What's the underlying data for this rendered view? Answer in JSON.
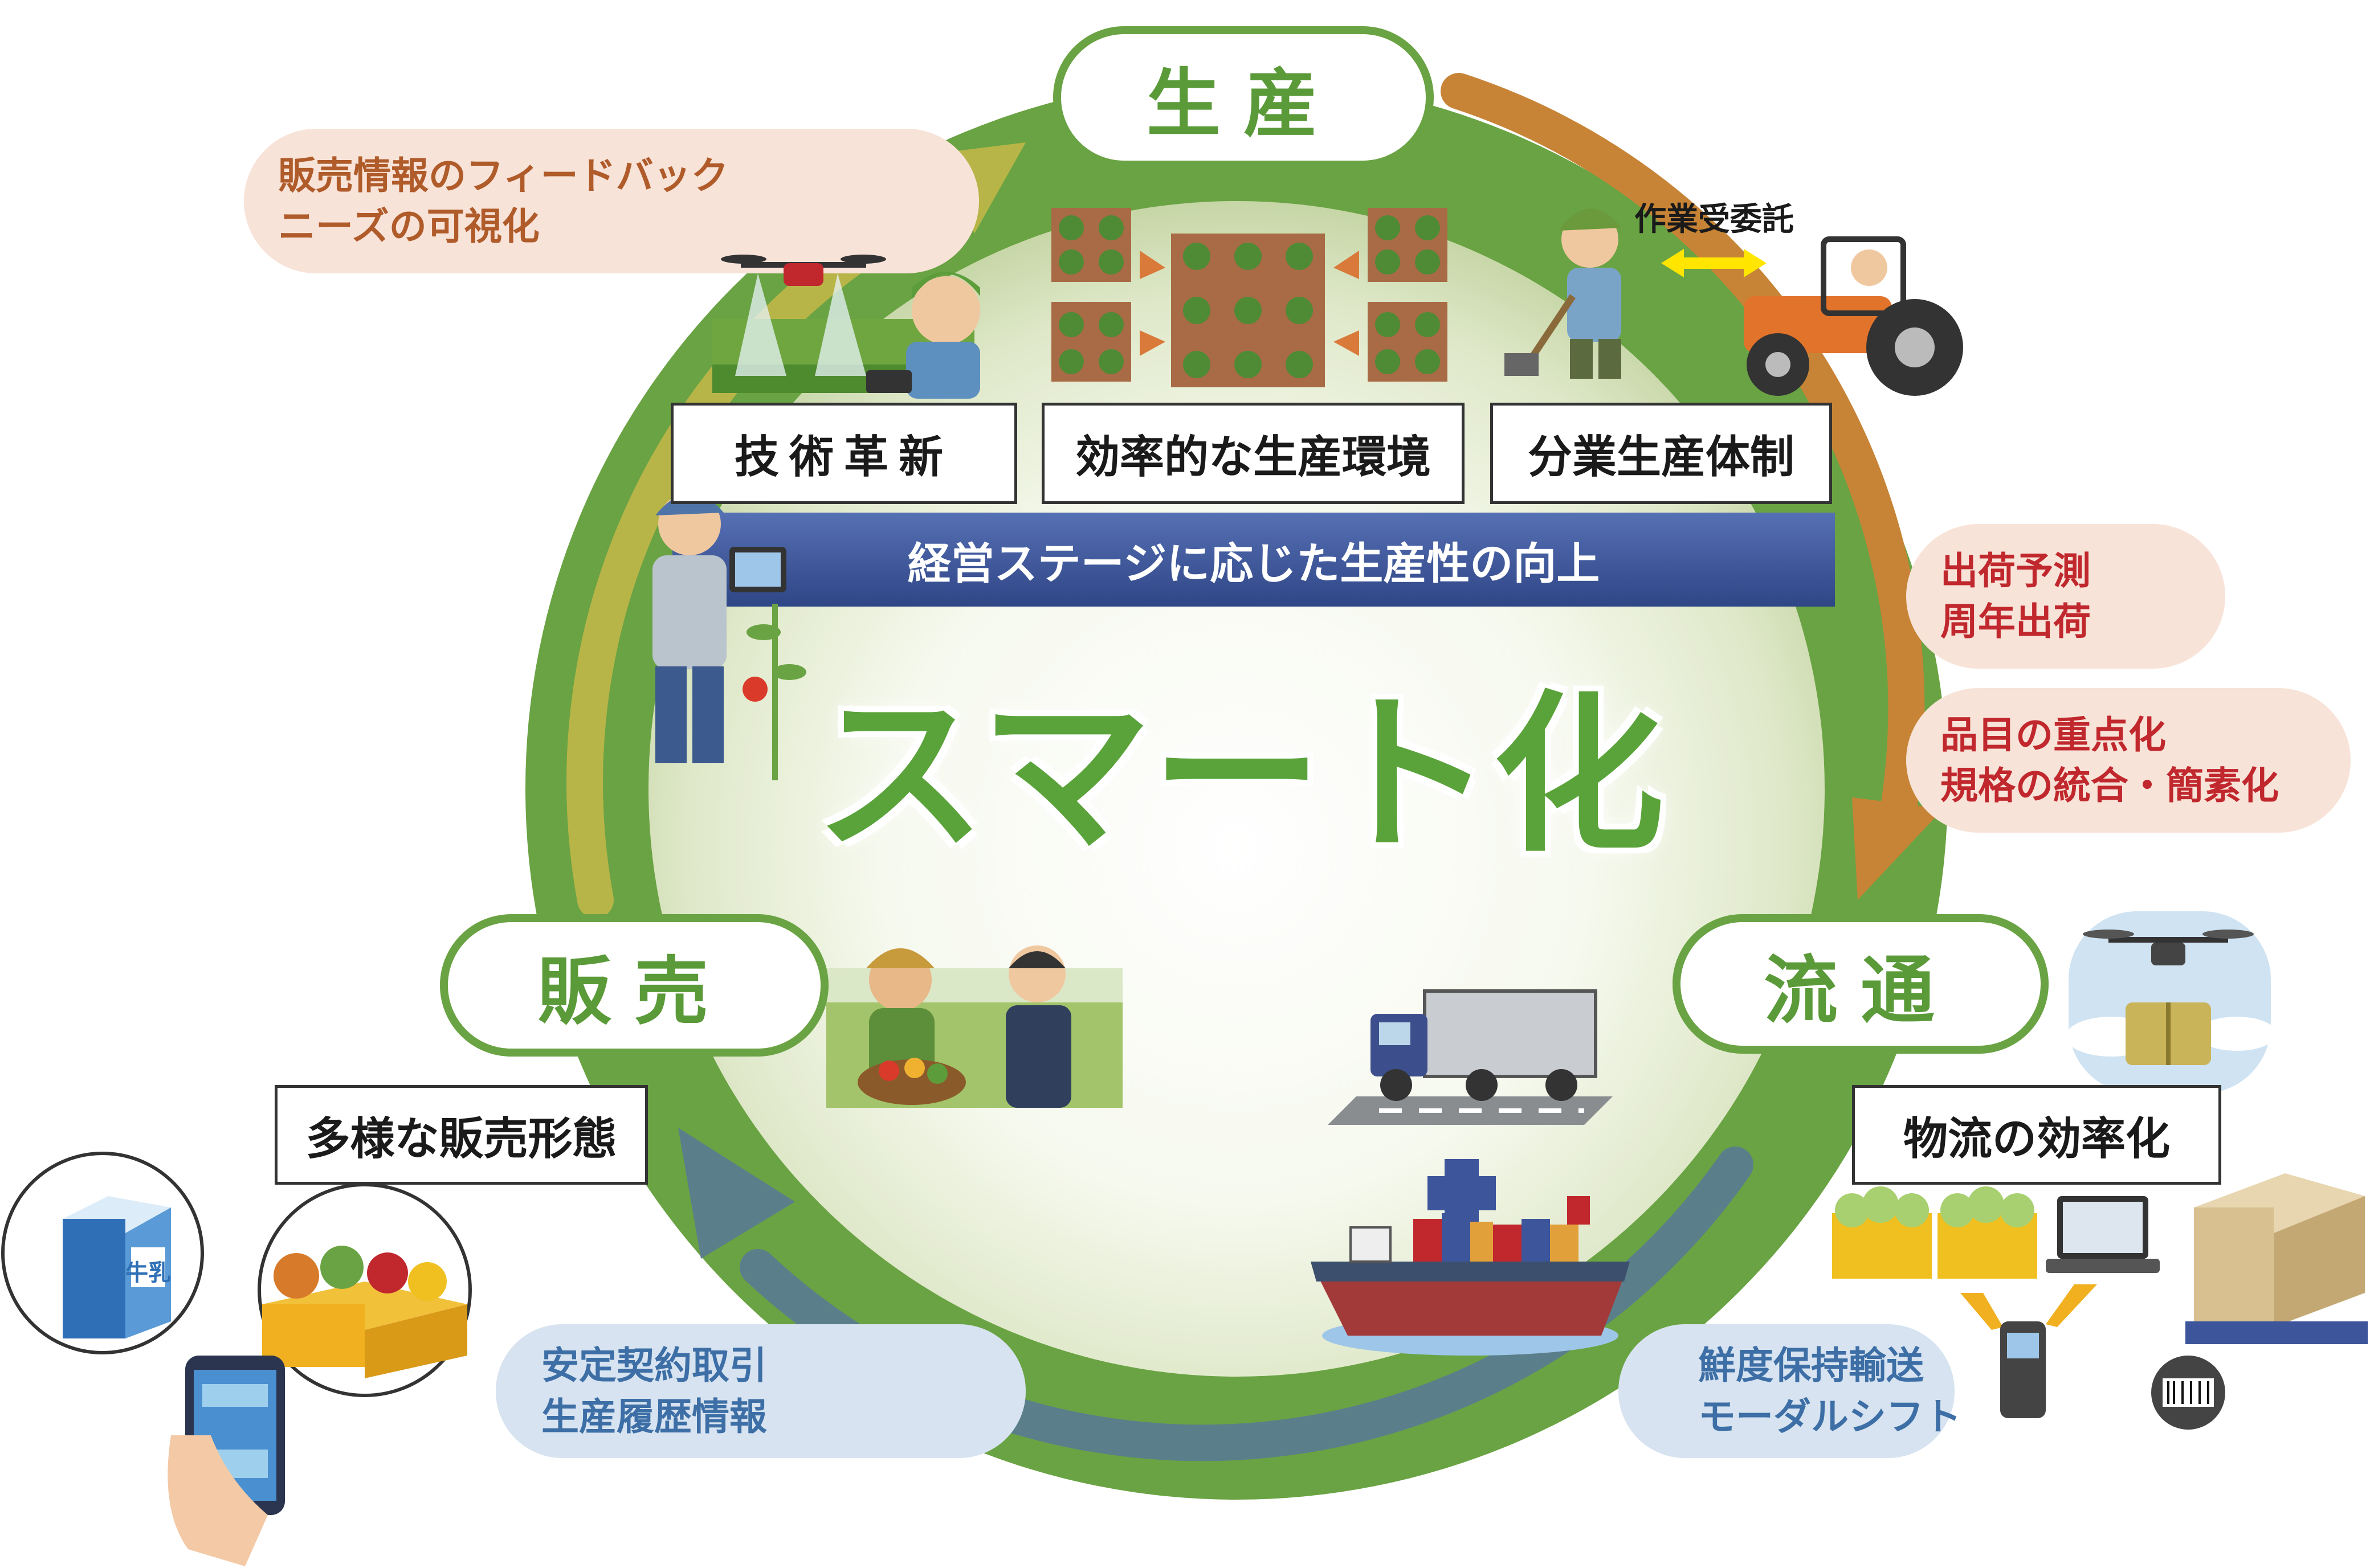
{
  "center_title": "スマート化",
  "stages": {
    "production": "生産",
    "distribution": "流通",
    "sales": "販売"
  },
  "production_items": [
    "技術革新",
    "効率的な生産環境",
    "分業生産体制"
  ],
  "outsourcing_label": "作業受委託",
  "productivity_banner": "経営ステージに応じた生産性の向上",
  "feedback": {
    "line1": "販売情報のフィードバック",
    "line2": "ニーズの可視化"
  },
  "shipping_forecast": {
    "line1": "出荷予測",
    "line2": "周年出荷"
  },
  "item_focus": {
    "line1": "品目の重点化",
    "line2": "規格の統合・簡素化"
  },
  "logistics_label": "物流の効率化",
  "freshness": {
    "line1": "鮮度保持輸送",
    "line2": "モーダルシフト"
  },
  "contracts": {
    "line1": "安定契約取引",
    "line2": "生産履歴情報"
  },
  "sales_label": "多様な販売形態",
  "milk_label": "牛乳",
  "colors": {
    "ring_green": "#6aa343",
    "stage_text": "#5a9a39",
    "banner_blue": "#3c559b",
    "arrow_olive": "#b8b548",
    "arrow_orange": "#c78436",
    "arrow_slate": "#5a7f8a",
    "peach_pill": "#f8e3d8",
    "blue_pill": "#d7e3f0",
    "red_text": "#c0282e",
    "brown_text": "#b05b2a",
    "blue_text": "#3d6fa6"
  }
}
